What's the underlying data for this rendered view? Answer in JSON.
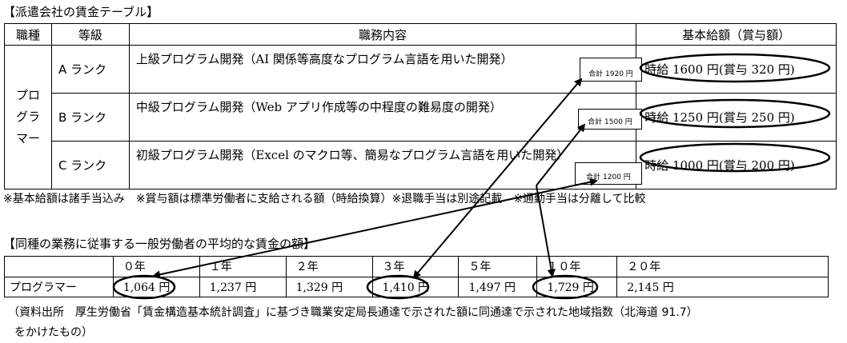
{
  "wage_table": {
    "title": "【派遣会社の賃金テーブル】",
    "headers": [
      "職種",
      "等級",
      "職務内容",
      "基本給額（賞与額）"
    ],
    "job_type": [
      "プロ",
      "グラ",
      "マー"
    ],
    "rows": [
      {
        "rank": "A ランク",
        "duty": "上級プログラム開発（AI 関係等高度なプログラム言語を用いた開発）",
        "total": "合計 1920 円",
        "base": "時給 1600 円(賞与 320 円)"
      },
      {
        "rank": "B ランク",
        "duty": "中級プログラム開発（Web アプリ作成等の中程度の難易度の開発）",
        "total": "合計 1500 円",
        "base": "時給 1250 円(賞与 250 円)"
      },
      {
        "rank": "C ランク",
        "duty": "初級プログラム開発（Excel のマクロ等、簡易なプログラム言語を用いた開発）",
        "total": "合計 1200 円",
        "base": "時給 1000 円(賞与 200 円)"
      }
    ],
    "footnote": "※基本給額は諸手当込み　※賞与額は標準労働者に支給される額（時給換算）※退職手当は別途記載　※通勤手当は分離して比較"
  },
  "avg_table": {
    "title": "【同種の業務に従事する一般労働者の平均的な賃金の額】",
    "years": [
      "０年",
      "１年",
      "２年",
      "３年",
      "５年",
      "１０年",
      "２０年"
    ],
    "row_label": "プログラマー",
    "values": [
      "1,064 円",
      "1,237 円",
      "1,329 円",
      "1,410 円",
      "1,497 円",
      "1,729 円",
      "2,145 円"
    ]
  },
  "source_note": {
    "line1": "（資料出所　厚生労働省「賃金構造基本統計調査」に基づき職業安定局長通達で示された額に同通達で示された地域指数（北海道 91.7）",
    "line2": "をかけたもの）"
  }
}
